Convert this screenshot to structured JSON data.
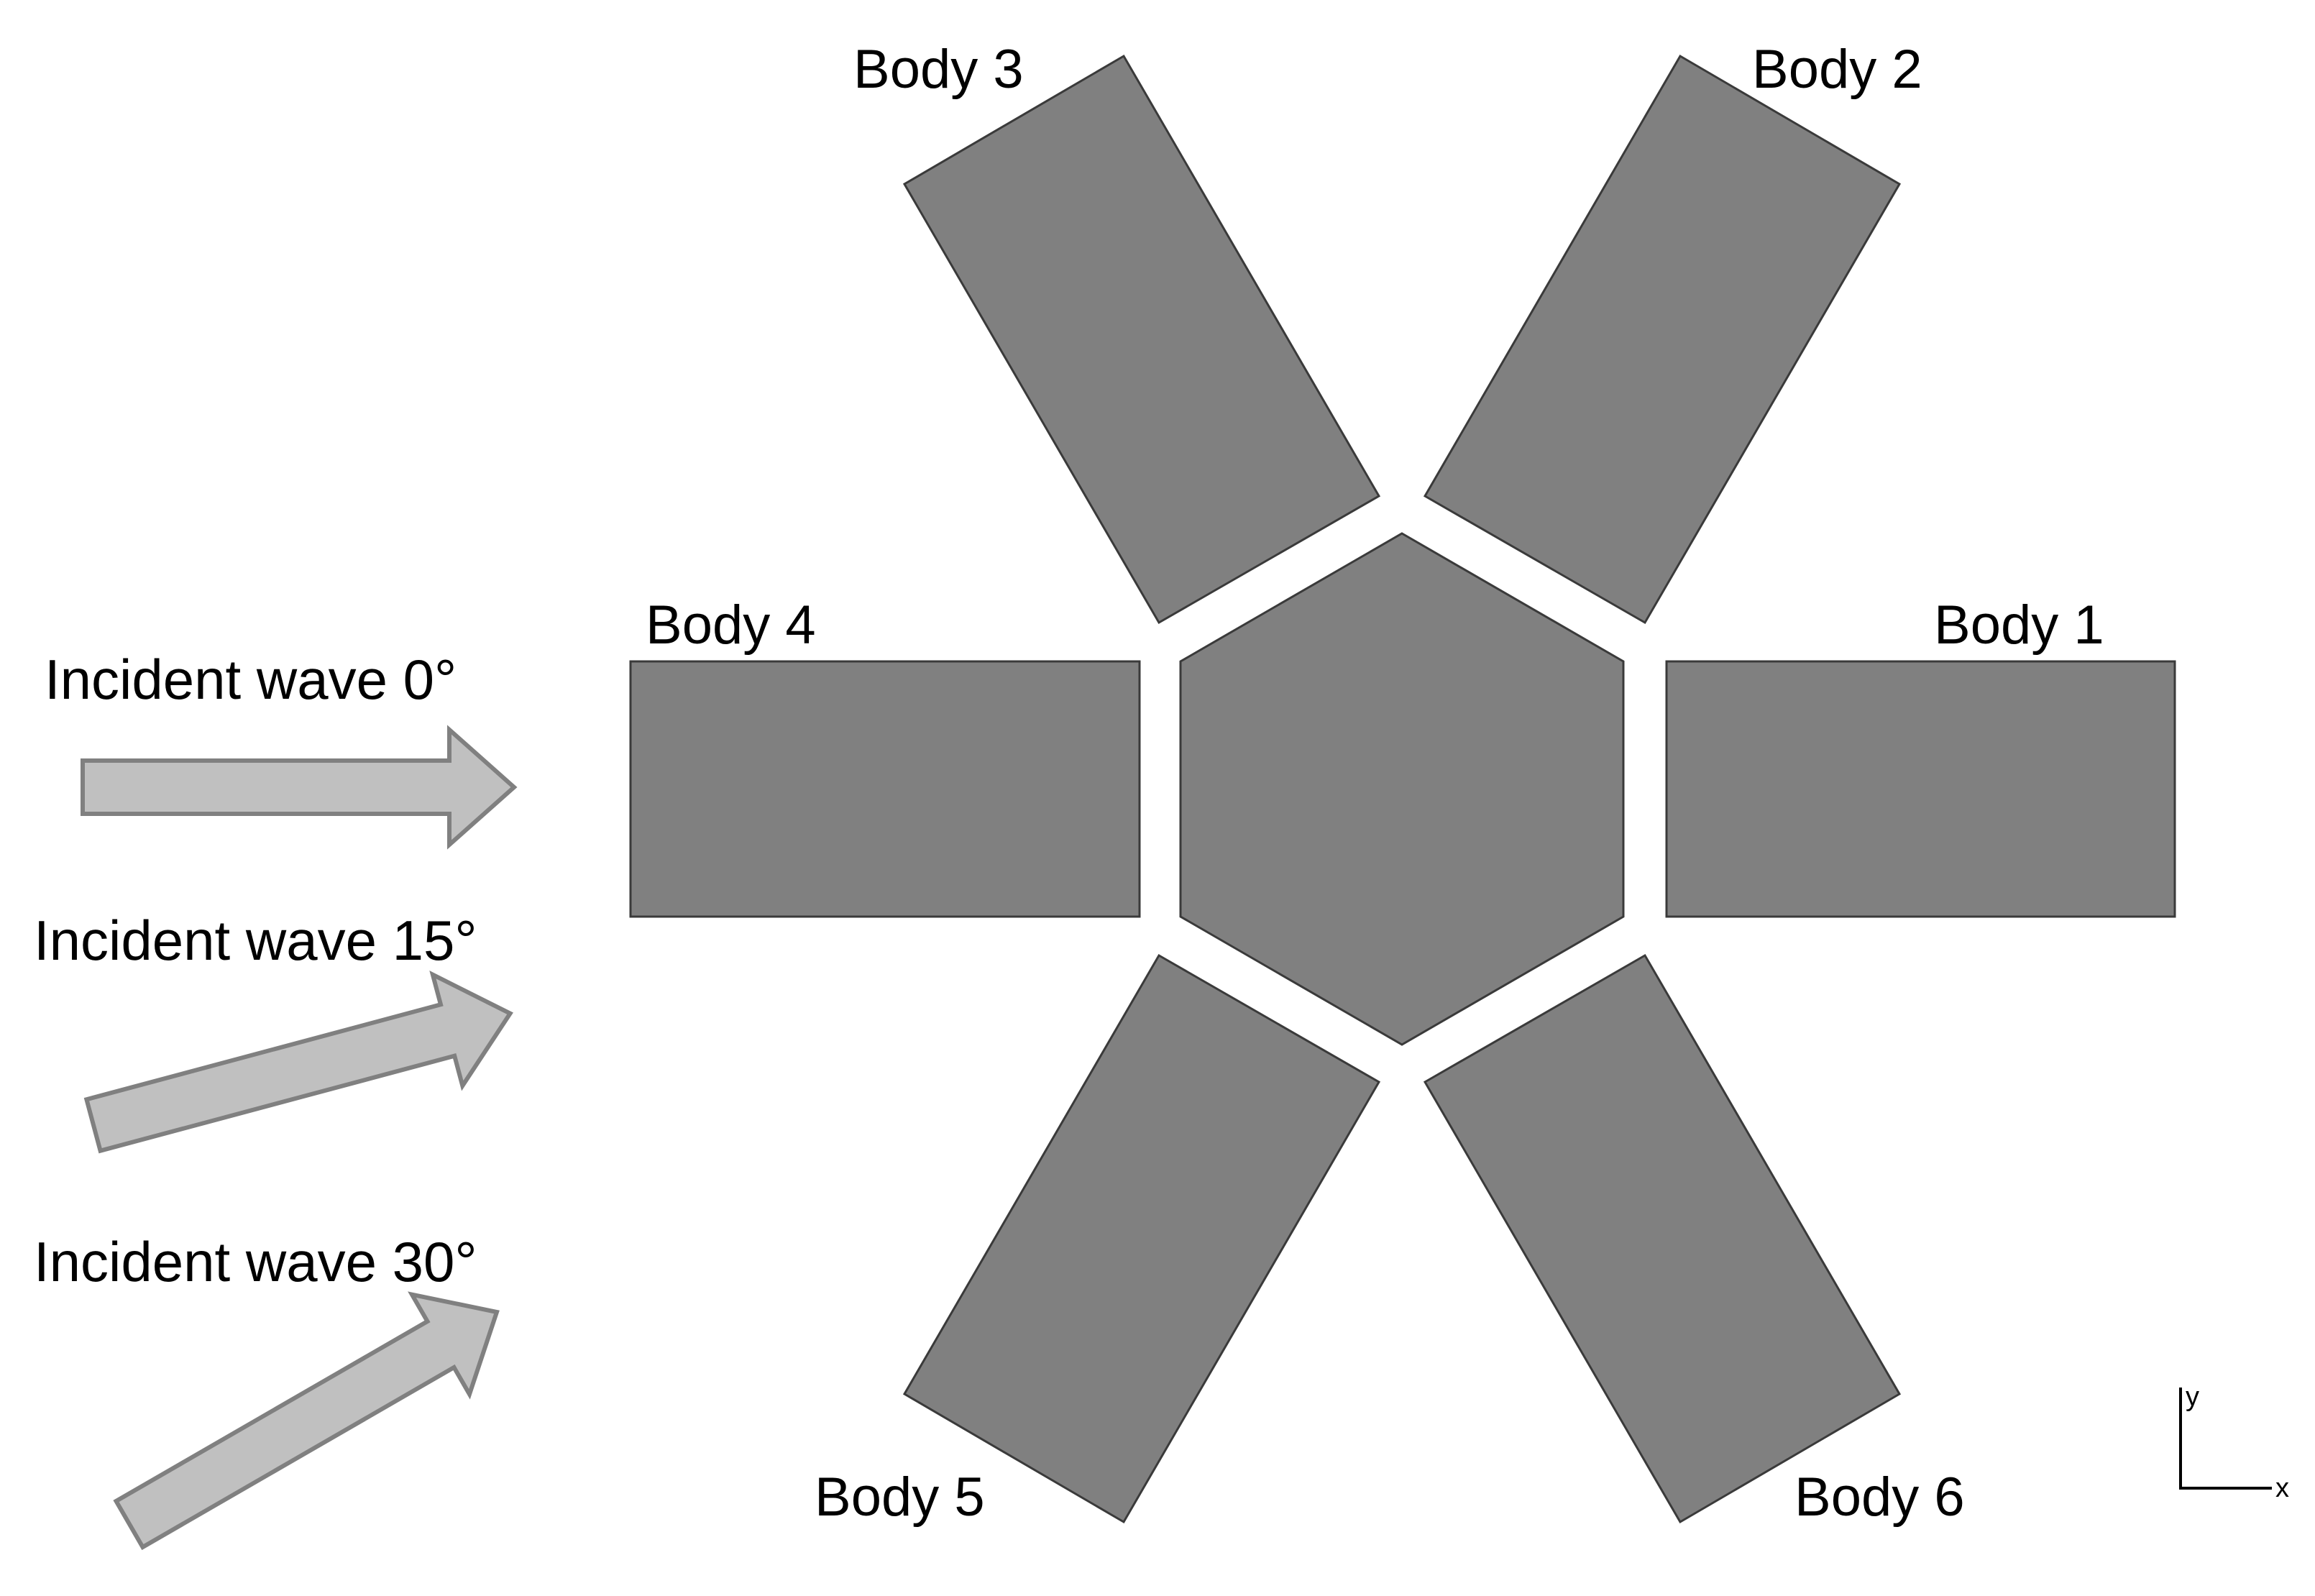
{
  "colors": {
    "body_fill": "#808080",
    "body_stroke": "#3a3a3a",
    "arrow_fill": "#c0c0c0",
    "arrow_stroke": "#808080",
    "axis_stroke": "#000000",
    "background": "#ffffff"
  },
  "bodies": {
    "center": {
      "name": "central-hexagon"
    },
    "body1": {
      "label": "Body 1"
    },
    "body2": {
      "label": "Body 2"
    },
    "body3": {
      "label": "Body 3"
    },
    "body4": {
      "label": "Body 4"
    },
    "body5": {
      "label": "Body 5"
    },
    "body6": {
      "label": "Body 6"
    }
  },
  "incident_waves": [
    {
      "label": "Incident wave 0°",
      "angle_deg": 0
    },
    {
      "label": "Incident wave 15°",
      "angle_deg": 15
    },
    {
      "label": "Incident wave 30°",
      "angle_deg": 30
    }
  ],
  "axes": {
    "y_label": "y",
    "x_label": "x"
  }
}
